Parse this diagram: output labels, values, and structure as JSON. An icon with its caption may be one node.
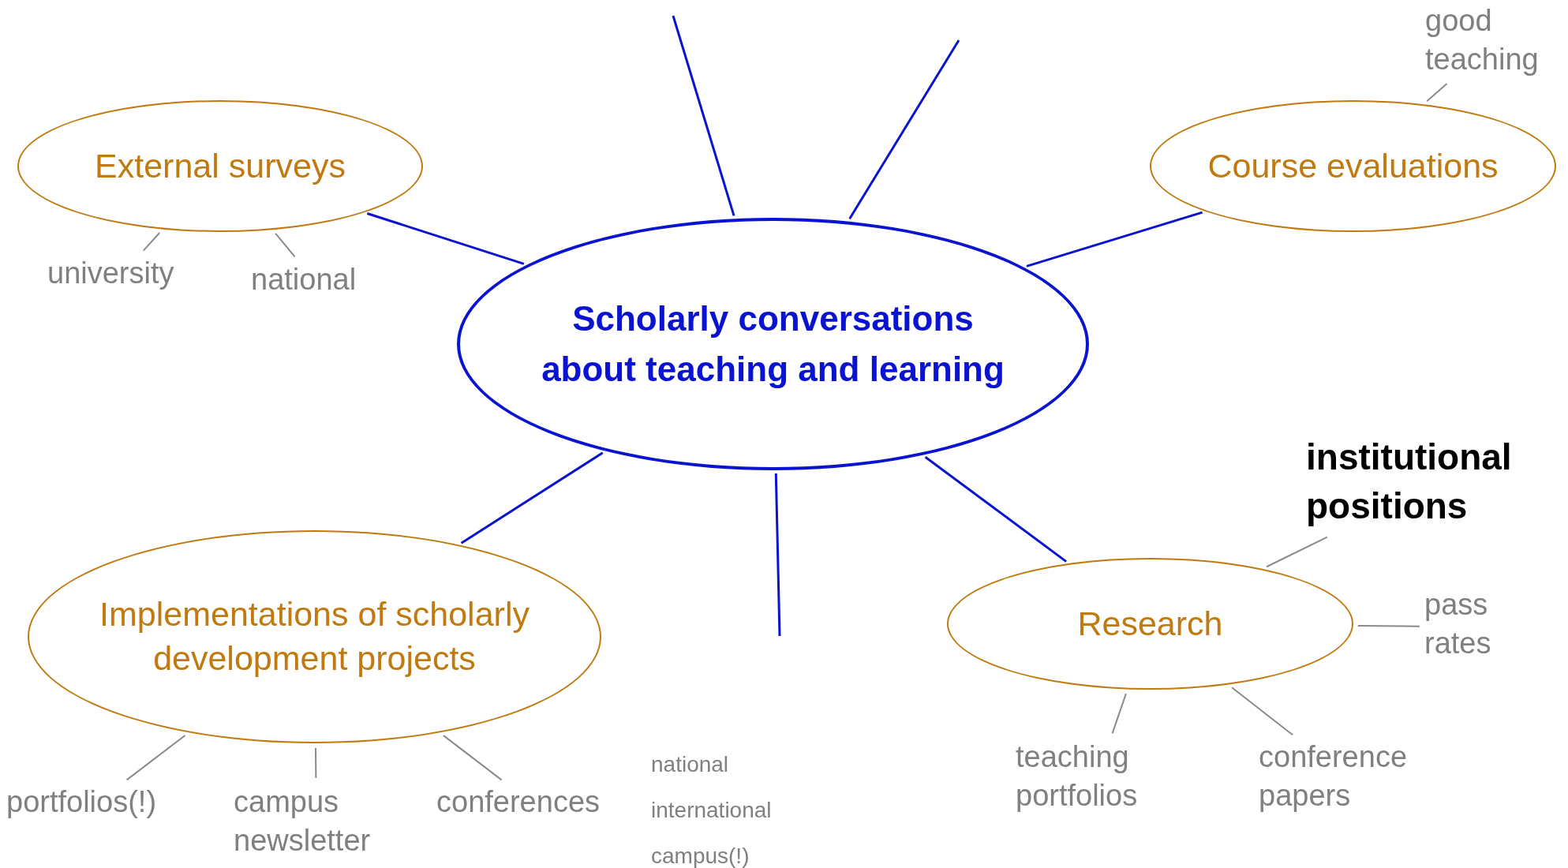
{
  "diagram": {
    "nodes": [
      {
        "text": [
          "good teaching"
        ]
      },
      {
        "text": [
          "External surveys"
        ]
      },
      {
        "text": [
          "Course evaluations"
        ]
      },
      {
        "text": [
          "university"
        ]
      },
      {
        "text": [
          "national"
        ]
      },
      {
        "text": [
          "Scholarly conversations about teaching and learning"
        ]
      },
      {
        "text": [
          "institutional positions"
        ]
      },
      {
        "text": [
          "Implementations of scholarly development projects"
        ]
      },
      {
        "text": [
          "Research"
        ]
      },
      {
        "text": [
          "pass rates"
        ]
      },
      {
        "text": [
          "portfolios(!)"
        ]
      },
      {
        "text": [
          "campus newsletter"
        ]
      },
      {
        "text": [
          "conferences"
        ]
      },
      {
        "text": [
          "teaching portfolios"
        ]
      },
      {
        "text": [
          "conference papers"
        ]
      }
    ],
    "edges": [
      {
        "from": 5,
        "to": null,
        "arrow": "none",
        "color": "#0a14d0"
      },
      {
        "from": 5,
        "to": null,
        "arrow": "none",
        "color": "#0a14d0"
      },
      {
        "from": 5,
        "to": 1,
        "arrow": "none",
        "color": "#0a14d0"
      },
      {
        "from": 5,
        "to": 2,
        "arrow": "none",
        "color": "#0a14d0"
      },
      {
        "from": 5,
        "to": 7,
        "arrow": "none",
        "color": "#0a14d0"
      },
      {
        "from": 5,
        "to": null,
        "arrow": "none",
        "color": "#0a14d0"
      },
      {
        "from": 5,
        "to": 8,
        "arrow": "none",
        "color": "#0a14d0"
      },
      {
        "from": 0,
        "to": 2,
        "arrow": "none"
      },
      {
        "from": 3,
        "to": 1,
        "arrow": "none"
      },
      {
        "from": 4,
        "to": 1,
        "arrow": "none"
      },
      {
        "from": 6,
        "to": 8,
        "arrow": "none"
      },
      {
        "from": 9,
        "to": 8,
        "arrow": "none"
      },
      {
        "from": 13,
        "to": 8,
        "arrow": "none"
      },
      {
        "from": 14,
        "to": 8,
        "arrow": "none"
      },
      {
        "from": 10,
        "to": 7,
        "arrow": "none"
      },
      {
        "from": 11,
        "to": 7,
        "arrow": "none"
      },
      {
        "from": 12,
        "to": 7,
        "arrow": "none"
      }
    ],
    "labels": [
      "national",
      "international",
      "campus(!)"
    ]
  }
}
